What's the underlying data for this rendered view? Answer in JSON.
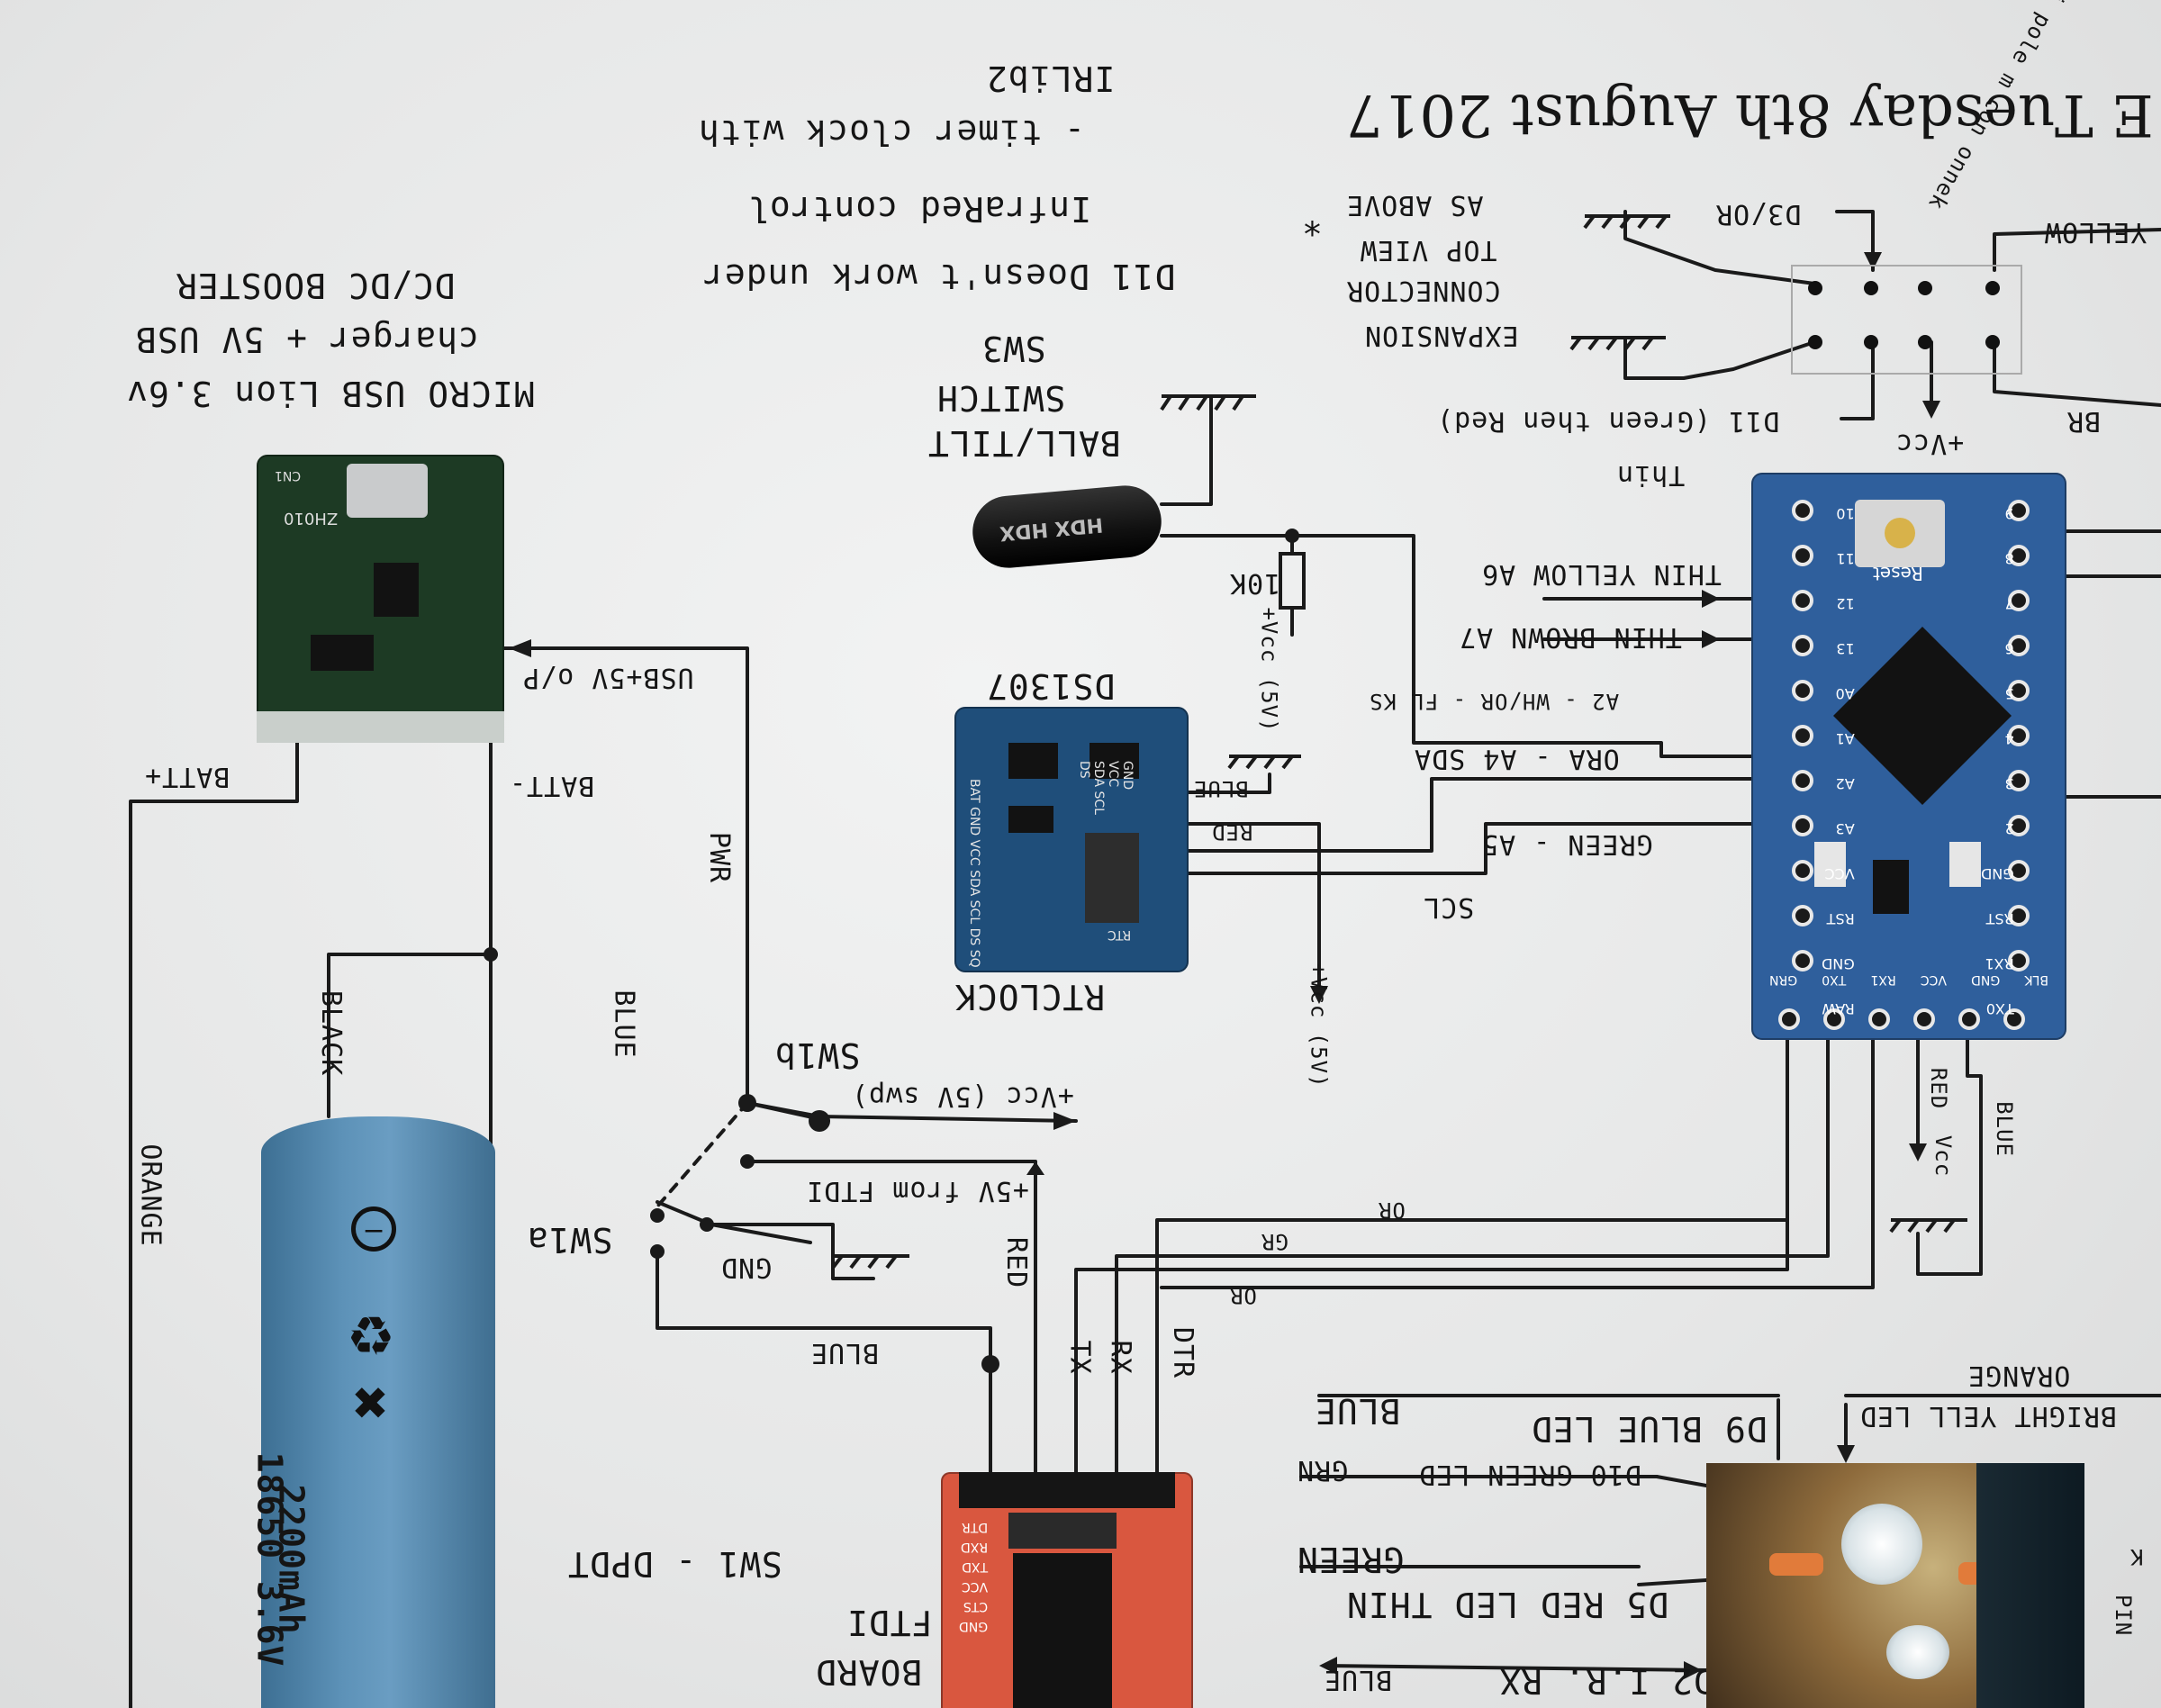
{
  "date": "E Tuesday 8th August 2017",
  "corner_note": "ten ex feli pole m con onnek",
  "title_notes": {
    "line1": "- timer clock with",
    "line2": "IRLib2",
    "line3": "InfraRed control",
    "line4": "D11 Doesn't work under"
  },
  "charger": {
    "label1": "MICRO USB Lion 3.6v",
    "label2": "charger + 5V USB",
    "label3": "DC/DC BOOSTER",
    "pcb_text": "ZH010",
    "pcb_text2": "CN1",
    "batt_plus": "BATT+",
    "batt_minus": "BATT-",
    "usb_out": "USB+5V o/P"
  },
  "battery": {
    "line1": "18650 3.6V",
    "line2": "2200mAh",
    "color": "#5a8db3"
  },
  "switch3": {
    "label1": "BALL/TILT",
    "label2": "SWITCH",
    "label3": "SW3",
    "body_text": "HDX HDX"
  },
  "resistor": {
    "value": "10K",
    "vcc": "+Vcc (5V)"
  },
  "rtc": {
    "chip": "DS1307",
    "label": "RTCLOCK",
    "pins": [
      "GND",
      "VCC",
      "SDA",
      "SCL",
      "DS"
    ],
    "left_pins": "BAT GND VCC SDA SCL DS SQ",
    "rtc_mark": "RTC",
    "color": "#1f4e7a"
  },
  "rtc_wires": {
    "blue": "BLUE",
    "red": "RED",
    "vcc": "+Vcc (5V)"
  },
  "expansion": {
    "line1": "EXPANSION",
    "line2": "CONNECTOR",
    "line3": "TOP VIEW",
    "line4": "AS ABOVE",
    "star": "*",
    "d3": "D3/OR",
    "d11": "D11 (Green then Red)",
    "thin": "Thin",
    "vcc": "+Vcc",
    "yellow": "YELLOW",
    "br": "BR"
  },
  "arduino": {
    "reset": "Reset",
    "color": "#2f5f9c",
    "top_pins": [
      "10",
      "11",
      "12",
      "13",
      "A0",
      "A1",
      "A2",
      "A3",
      "VCC",
      "RST",
      "GND",
      "RAW"
    ],
    "right_pins": [
      "9",
      "8",
      "7",
      "6",
      "5",
      "4",
      "3",
      "2",
      "GND",
      "RST",
      "RX1",
      "TX0"
    ],
    "bottom_pins": [
      "GRN",
      "TX0",
      "RX1",
      "VCC",
      "GND",
      "BLK"
    ],
    "vcc_label": "Vcc",
    "red": "RED",
    "blue": "BLUE"
  },
  "signal_labels": {
    "a6": "THIN YELLOW A6",
    "a7": "THIN BROWN A7",
    "a2": "A2 - WH/OR - FL KS",
    "a4": "ORA - A4 SDA",
    "a5": "GREEN - A5",
    "scl": "SCL",
    "or1": "OR",
    "gr": "GR",
    "or2": "OR"
  },
  "switch1": {
    "sw1b": "SW1b",
    "sw1a": "SW1a",
    "vcc_swap": "+Vcc (5V swp)",
    "ftdi5v": "+5V from FTDI",
    "gnd": "GND",
    "pwr": "PWR",
    "blue": "BLUE",
    "red": "RED",
    "blue2": "BLUE",
    "black": "BLACK",
    "orange": "ORANGE"
  },
  "ftdi": {
    "label1": "FTDI",
    "label2": "BOARD",
    "sw1": "SW1 - DPDT",
    "pins": [
      "DTR",
      "RXD",
      "TXD",
      "VCC",
      "CTS",
      "GND"
    ],
    "tx": "TX",
    "rx": "RX",
    "dtr": "DTR",
    "color": "#d9573f"
  },
  "led_board": {
    "orange": "ORANGE",
    "bright_yell": "BRIGHT YELL LED",
    "d9": "D9 BLUE LED",
    "blue": "BLUE",
    "d10": "D10 GREEN LED",
    "grn": "GRN",
    "green": "GREEN",
    "d5": "D5 RED LED THIN",
    "d2": "D2 I.R. RX",
    "blue2": "BLUE",
    "pin": "PIN",
    "k": "K"
  }
}
